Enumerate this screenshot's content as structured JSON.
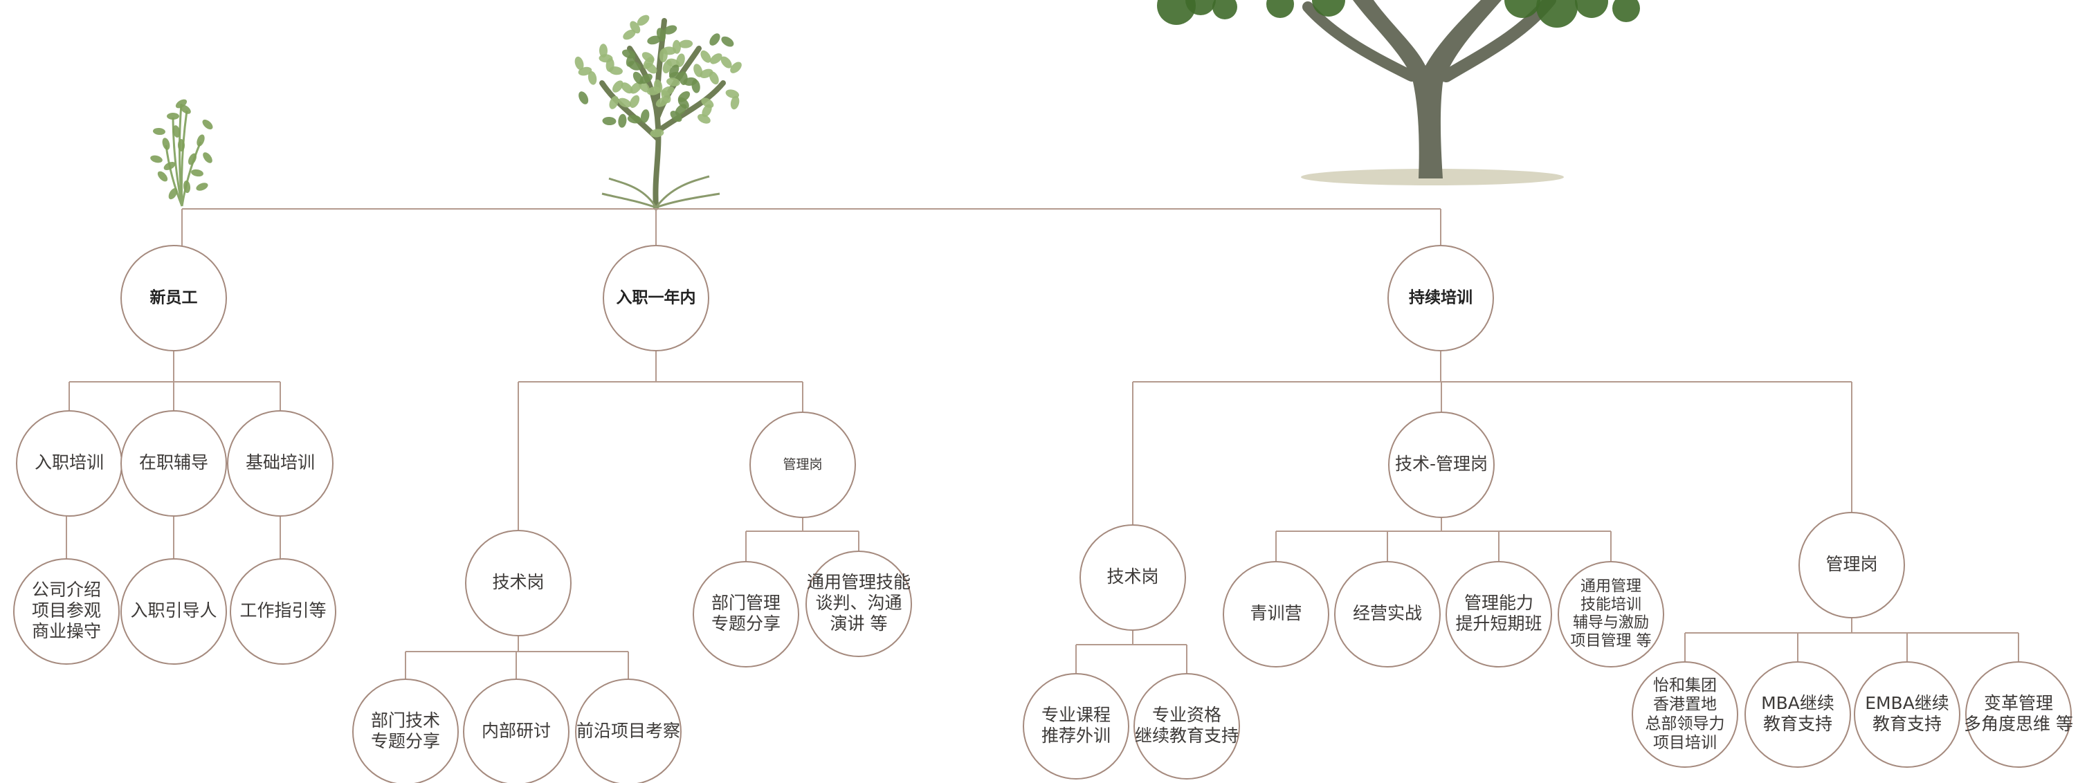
{
  "colors": {
    "line": "#b49a8e",
    "circle_stroke": "#a58a7e",
    "text": "#3d3a38",
    "tree_leaf": "#7fa05a",
    "tree_trunk": "#6a6e5e"
  },
  "stages": [
    {
      "id": "new",
      "label": "新员工",
      "icon": "sprout-icon"
    },
    {
      "id": "year1",
      "label": "入职一年内",
      "icon": "young-tree-icon"
    },
    {
      "id": "cont",
      "label": "持续培训",
      "icon": "mature-tree-icon"
    }
  ],
  "nodes": {
    "n_induction": [
      "入职培训"
    ],
    "n_onjob": [
      "在职辅导"
    ],
    "n_basic": [
      "基础培训"
    ],
    "n_company": [
      "公司介绍",
      "项目参观",
      "商业操守"
    ],
    "n_mentor": [
      "入职引导人"
    ],
    "n_guide": [
      "工作指引等"
    ],
    "y_tech": [
      "技术岗"
    ],
    "y_mgmt": [
      "管理岗"
    ],
    "y_dept_tech": [
      "部门技术",
      "专题分享"
    ],
    "y_internal": [
      "内部研讨"
    ],
    "y_frontier": [
      "前沿项目考察"
    ],
    "y_dept_mgmt": [
      "部门管理",
      "专题分享"
    ],
    "y_general": [
      "通用管理技能",
      "谈判、沟通",
      "演讲 等"
    ],
    "c_tech": [
      "技术岗"
    ],
    "c_techmgmt": [
      "技术-管理岗"
    ],
    "c_mgmt": [
      "管理岗"
    ],
    "c_course": [
      "专业课程",
      "推荐外训"
    ],
    "c_cert": [
      "专业资格",
      "继续教育支持"
    ],
    "c_youth": [
      "青训营"
    ],
    "c_biz": [
      "经营实战"
    ],
    "c_ability": [
      "管理能力",
      "提升短期班"
    ],
    "c_general": [
      "通用管理",
      "技能培训",
      "辅导与激励",
      "项目管理 等"
    ],
    "c_group": [
      "怡和集团",
      "香港置地",
      "总部领导力",
      "项目培训"
    ],
    "c_mba": [
      "MBA继续",
      "教育支持"
    ],
    "c_emba": [
      "EMBA继续",
      "教育支持"
    ],
    "c_change": [
      "变革管理",
      "多角度思维 等"
    ]
  }
}
